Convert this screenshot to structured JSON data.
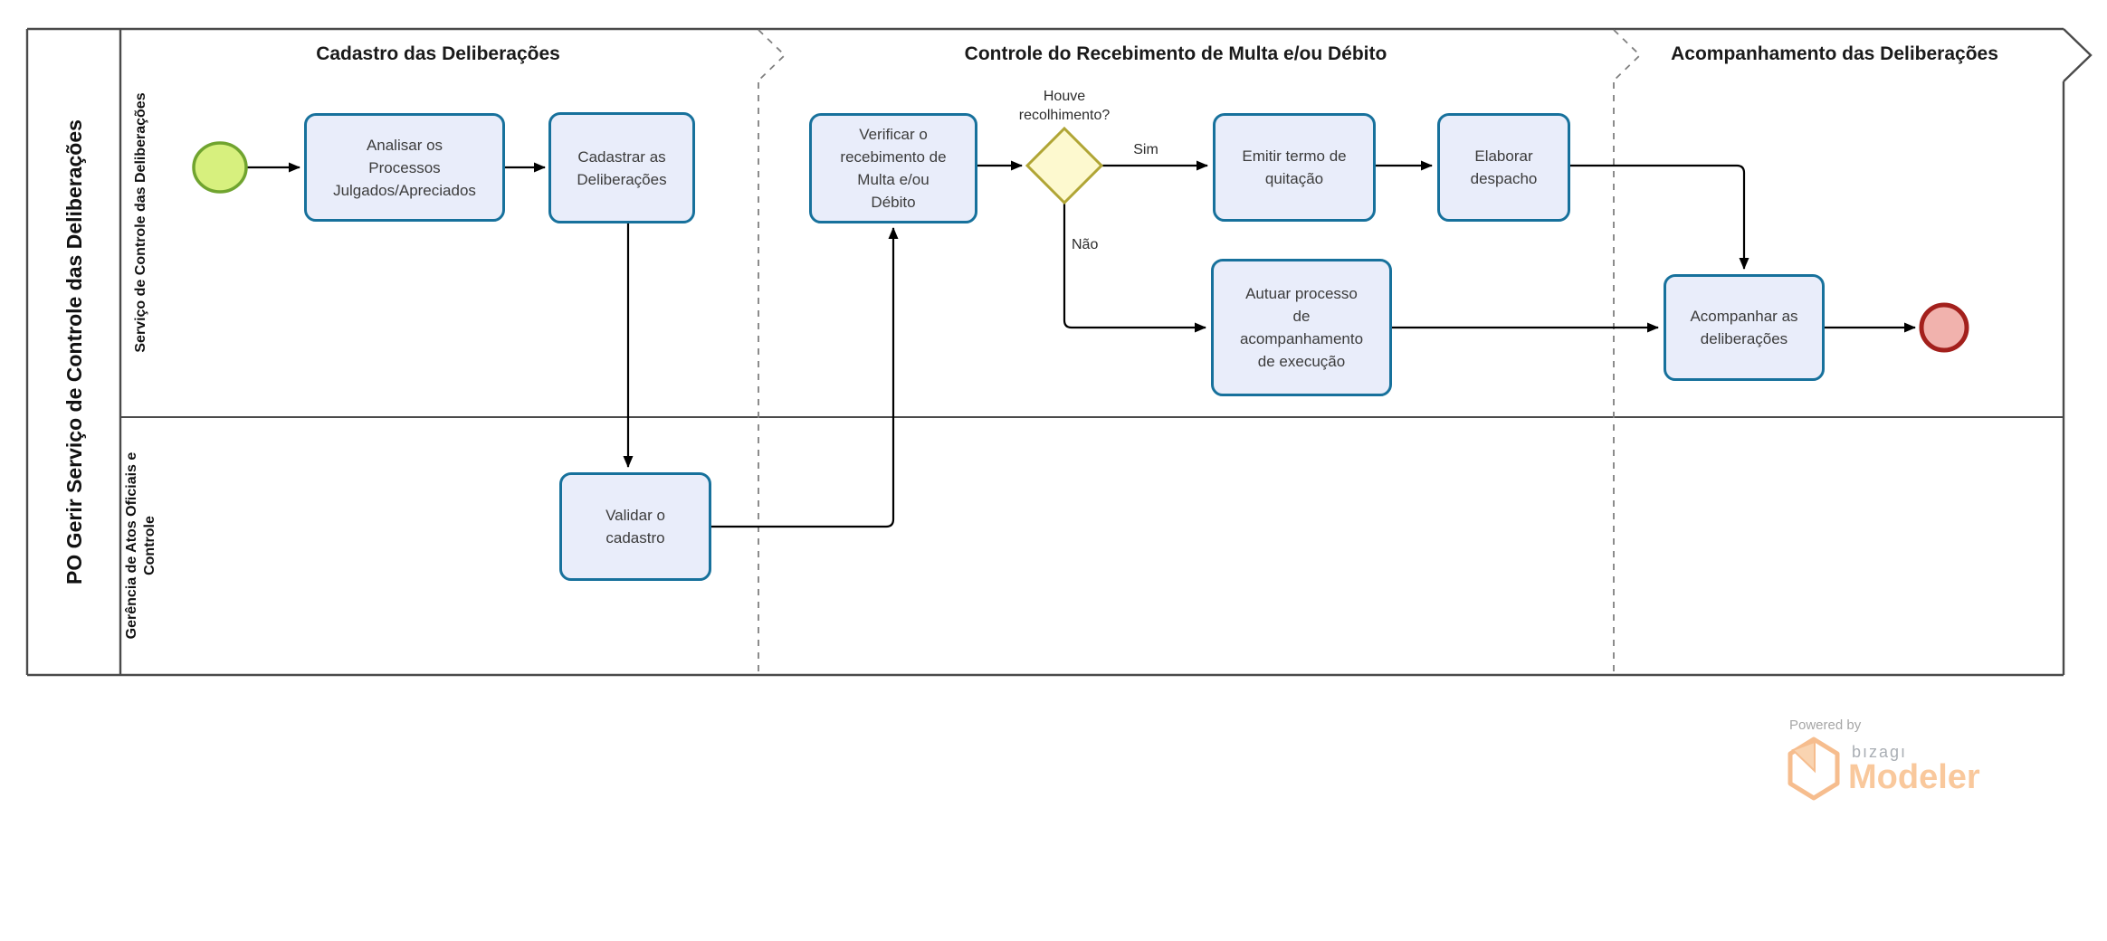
{
  "pool": {
    "title": "PO Gerir Serviço de Controle das Deliberações"
  },
  "lanes": [
    {
      "label": "Serviço de Controle das Deliberações"
    },
    {
      "label": "Gerência de Atos Oficiais e\nControle"
    }
  ],
  "phases": [
    {
      "label": "Cadastro das Deliberações"
    },
    {
      "label": "Controle do Recebimento de Multa e/ou Débito"
    },
    {
      "label": "Acompanhamento das Deliberações"
    }
  ],
  "tasks": [
    {
      "label": "Analisar os\nProcessos\nJulgados/Apreciados"
    },
    {
      "label": "Cadastrar as\nDeliberações"
    },
    {
      "label": "Validar o\ncadastro"
    },
    {
      "label": "Verificar o\nrecebimento de\nMulta e/ou\nDébito"
    },
    {
      "label": "Emitir termo de\nquitação"
    },
    {
      "label": "Elaborar\ndespacho"
    },
    {
      "label": "Autuar  processo\nde\nacompanhamento\nde execução"
    },
    {
      "label": "Acompanhar as\ndeliberações"
    }
  ],
  "gateway": {
    "question": "Houve\nrecolhimento?",
    "yes_label": "Sim",
    "no_label": "Não"
  },
  "events": {
    "start": "start-event",
    "end": "end-event"
  },
  "watermark": {
    "powered_by": "Powered by",
    "brand": "bızagı",
    "product": "Modeler"
  },
  "colors": {
    "task_fill": "#e9edfa",
    "task_border": "#17719c",
    "start_fill": "#d7f07e",
    "start_border": "#70a42f",
    "end_fill": "#f1b2ad",
    "end_border": "#a3201c",
    "gateway_fill": "#fdf9cf",
    "gateway_border": "#b0a535",
    "pool_border": "#4a4a4a",
    "separator": "#808080",
    "watermark_orange": "#f5b27b"
  }
}
